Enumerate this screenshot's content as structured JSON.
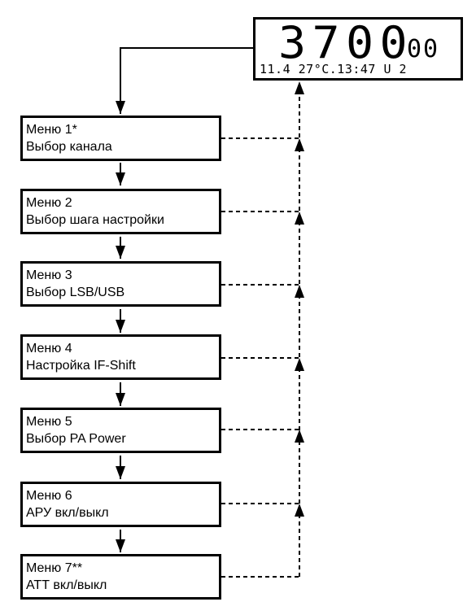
{
  "display": {
    "freq_main": "3700",
    "freq_sub": "00",
    "status_line": "11.4 27°C.13:47 U 2"
  },
  "menus": [
    {
      "title": "Меню 1*",
      "subtitle": "Выбор канала"
    },
    {
      "title": "Меню 2",
      "subtitle": "Выбор шага настройки"
    },
    {
      "title": "Меню 3",
      "subtitle": "Выбор LSB/USB"
    },
    {
      "title": "Меню 4",
      "subtitle": "Настройка IF-Shift"
    },
    {
      "title": "Меню 5",
      "subtitle": "Выбор PA Power"
    },
    {
      "title": "Меню 6",
      "subtitle": "АРУ вкл/выкл"
    },
    {
      "title": "Меню 7**",
      "subtitle": "АТТ вкл/выкл"
    }
  ]
}
